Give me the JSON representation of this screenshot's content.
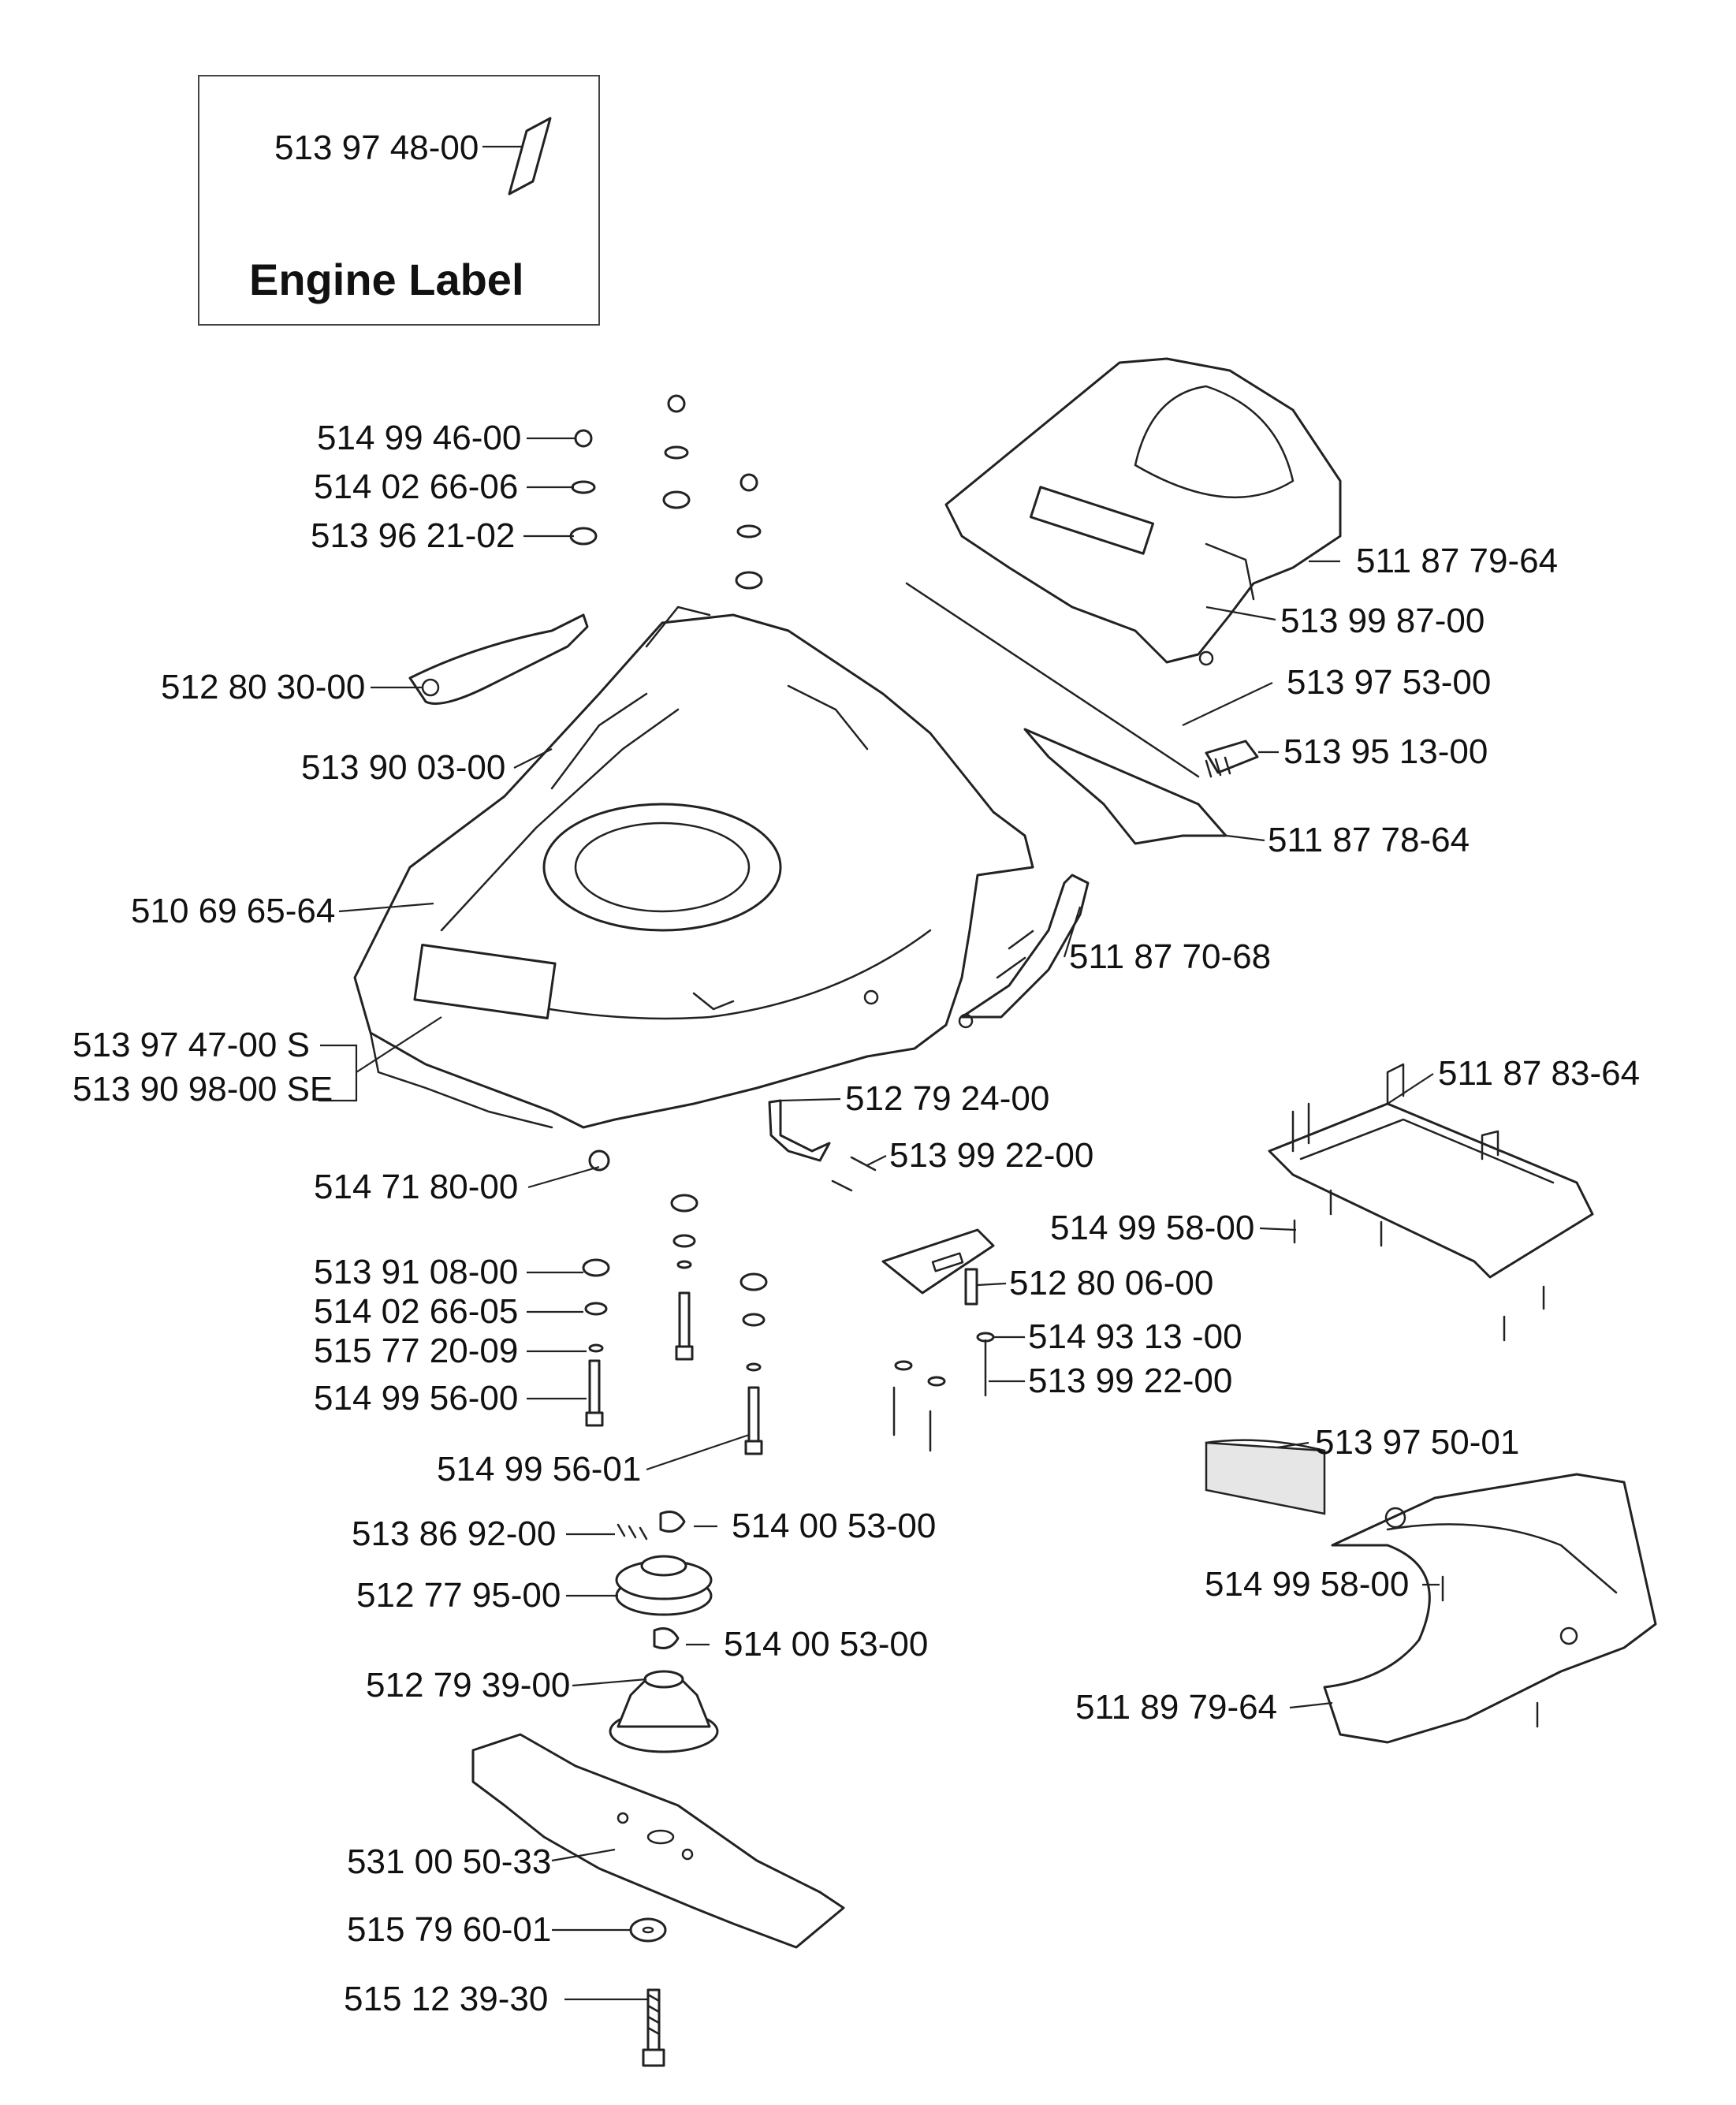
{
  "inset": {
    "part_number": "513 97 48-00",
    "title": "Engine Label"
  },
  "callouts": {
    "c01": "514 99 46-00",
    "c02": "514 02 66-06",
    "c03": "513 96 21-02",
    "c04": "512 80 30-00",
    "c05": "513 90 03-00",
    "c06": "510 69 65-64",
    "c07": "513 97 47-00 S",
    "c08": "513 90 98-00 SE",
    "c09": "514 71 80-00",
    "c10": "513 91 08-00",
    "c11": "514 02 66-05",
    "c12": "515 77 20-09",
    "c13": "514 99 56-00",
    "c14": "514 99 56-01",
    "c15": "513 86 92-00",
    "c16": "512 77 95-00",
    "c17": "512 79 39-00",
    "c18": "531 00 50-33",
    "c19": "515 79 60-01",
    "c20": "515 12 39-30",
    "c21": "511 87 79-64",
    "c22": "513 99 87-00",
    "c23": "513 97 53-00",
    "c24": "513 95 13-00",
    "c25": "511 87 78-64",
    "c26": "511 87 70-68",
    "c27": "511 87 83-64",
    "c28": "512 79 24-00",
    "c29": "513 99 22-00",
    "c30": "514 99 58-00",
    "c31": "512 80 06-00",
    "c32": "514 93 13 -00",
    "c33": "513 99 22-00",
    "c34": "513 97 50-01",
    "c35": "514 00 53-00",
    "c36": "514 99 58-00",
    "c37": "514 00 53-00",
    "c38": "511 89 79-64"
  },
  "colors": {
    "line": "#222222",
    "text": "#111111",
    "background": "#ffffff"
  }
}
